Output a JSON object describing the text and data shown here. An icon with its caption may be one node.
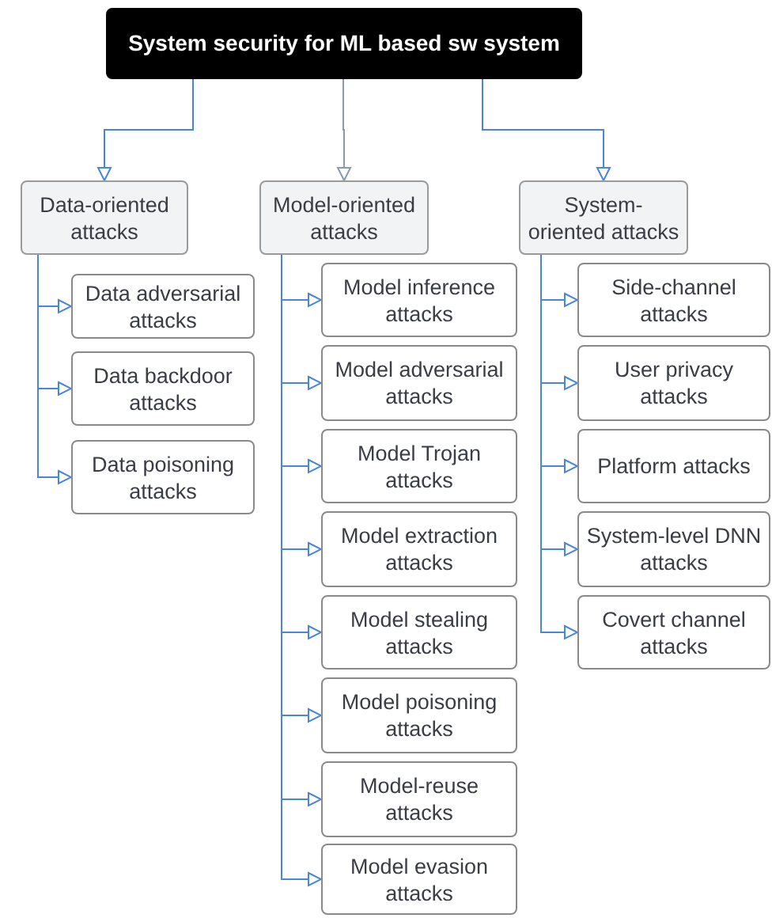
{
  "diagram": {
    "nodes": [
      {
        "text": [
          "System security for ML based sw system"
        ]
      },
      {
        "text": [
          "Data-oriented attacks"
        ]
      },
      {
        "text": [
          "Model-oriented attacks"
        ]
      },
      {
        "text": [
          "System-oriented attacks"
        ]
      },
      {
        "text": [
          "Data adversarial attacks"
        ]
      },
      {
        "text": [
          "Data backdoor attacks"
        ]
      },
      {
        "text": [
          "Data poisoning attacks"
        ]
      },
      {
        "text": [
          "Model inference attacks"
        ]
      },
      {
        "text": [
          "Model adversarial attacks"
        ]
      },
      {
        "text": [
          "Model Trojan attacks"
        ]
      },
      {
        "text": [
          "Model extraction attacks"
        ]
      },
      {
        "text": [
          "Model stealing attacks"
        ]
      },
      {
        "text": [
          "Model poisoning attacks"
        ]
      },
      {
        "text": [
          "Model-reuse attacks"
        ]
      },
      {
        "text": [
          "Model evasion attacks"
        ]
      },
      {
        "text": [
          "Side-channel attacks"
        ]
      },
      {
        "text": [
          "User privacy attacks"
        ]
      },
      {
        "text": [
          "Platform attacks"
        ]
      },
      {
        "text": [
          "System-level DNN attacks"
        ]
      },
      {
        "text": [
          "Covert channel attacks"
        ]
      }
    ],
    "edges": [
      {
        "from": 0,
        "to": 1,
        "arrow": "to"
      },
      {
        "from": 0,
        "to": 2,
        "arrow": "to",
        "color": "#8a9ab0"
      },
      {
        "from": 0,
        "to": 3,
        "arrow": "to"
      },
      {
        "from": 1,
        "to": 4,
        "arrow": "to"
      },
      {
        "from": 1,
        "to": 5,
        "arrow": "to"
      },
      {
        "from": 1,
        "to": 6,
        "arrow": "to"
      },
      {
        "from": 2,
        "to": 7,
        "arrow": "to"
      },
      {
        "from": 2,
        "to": 8,
        "arrow": "to"
      },
      {
        "from": 2,
        "to": 9,
        "arrow": "to"
      },
      {
        "from": 2,
        "to": 10,
        "arrow": "to"
      },
      {
        "from": 2,
        "to": 11,
        "arrow": "to"
      },
      {
        "from": 2,
        "to": 12,
        "arrow": "to"
      },
      {
        "from": 2,
        "to": 13,
        "arrow": "to"
      },
      {
        "from": 2,
        "to": 14,
        "arrow": "to"
      },
      {
        "from": 3,
        "to": 15,
        "arrow": "to"
      },
      {
        "from": 3,
        "to": 16,
        "arrow": "to"
      },
      {
        "from": 3,
        "to": 17,
        "arrow": "to"
      },
      {
        "from": 3,
        "to": 18,
        "arrow": "to"
      },
      {
        "from": 3,
        "to": 19,
        "arrow": "to"
      }
    ]
  }
}
